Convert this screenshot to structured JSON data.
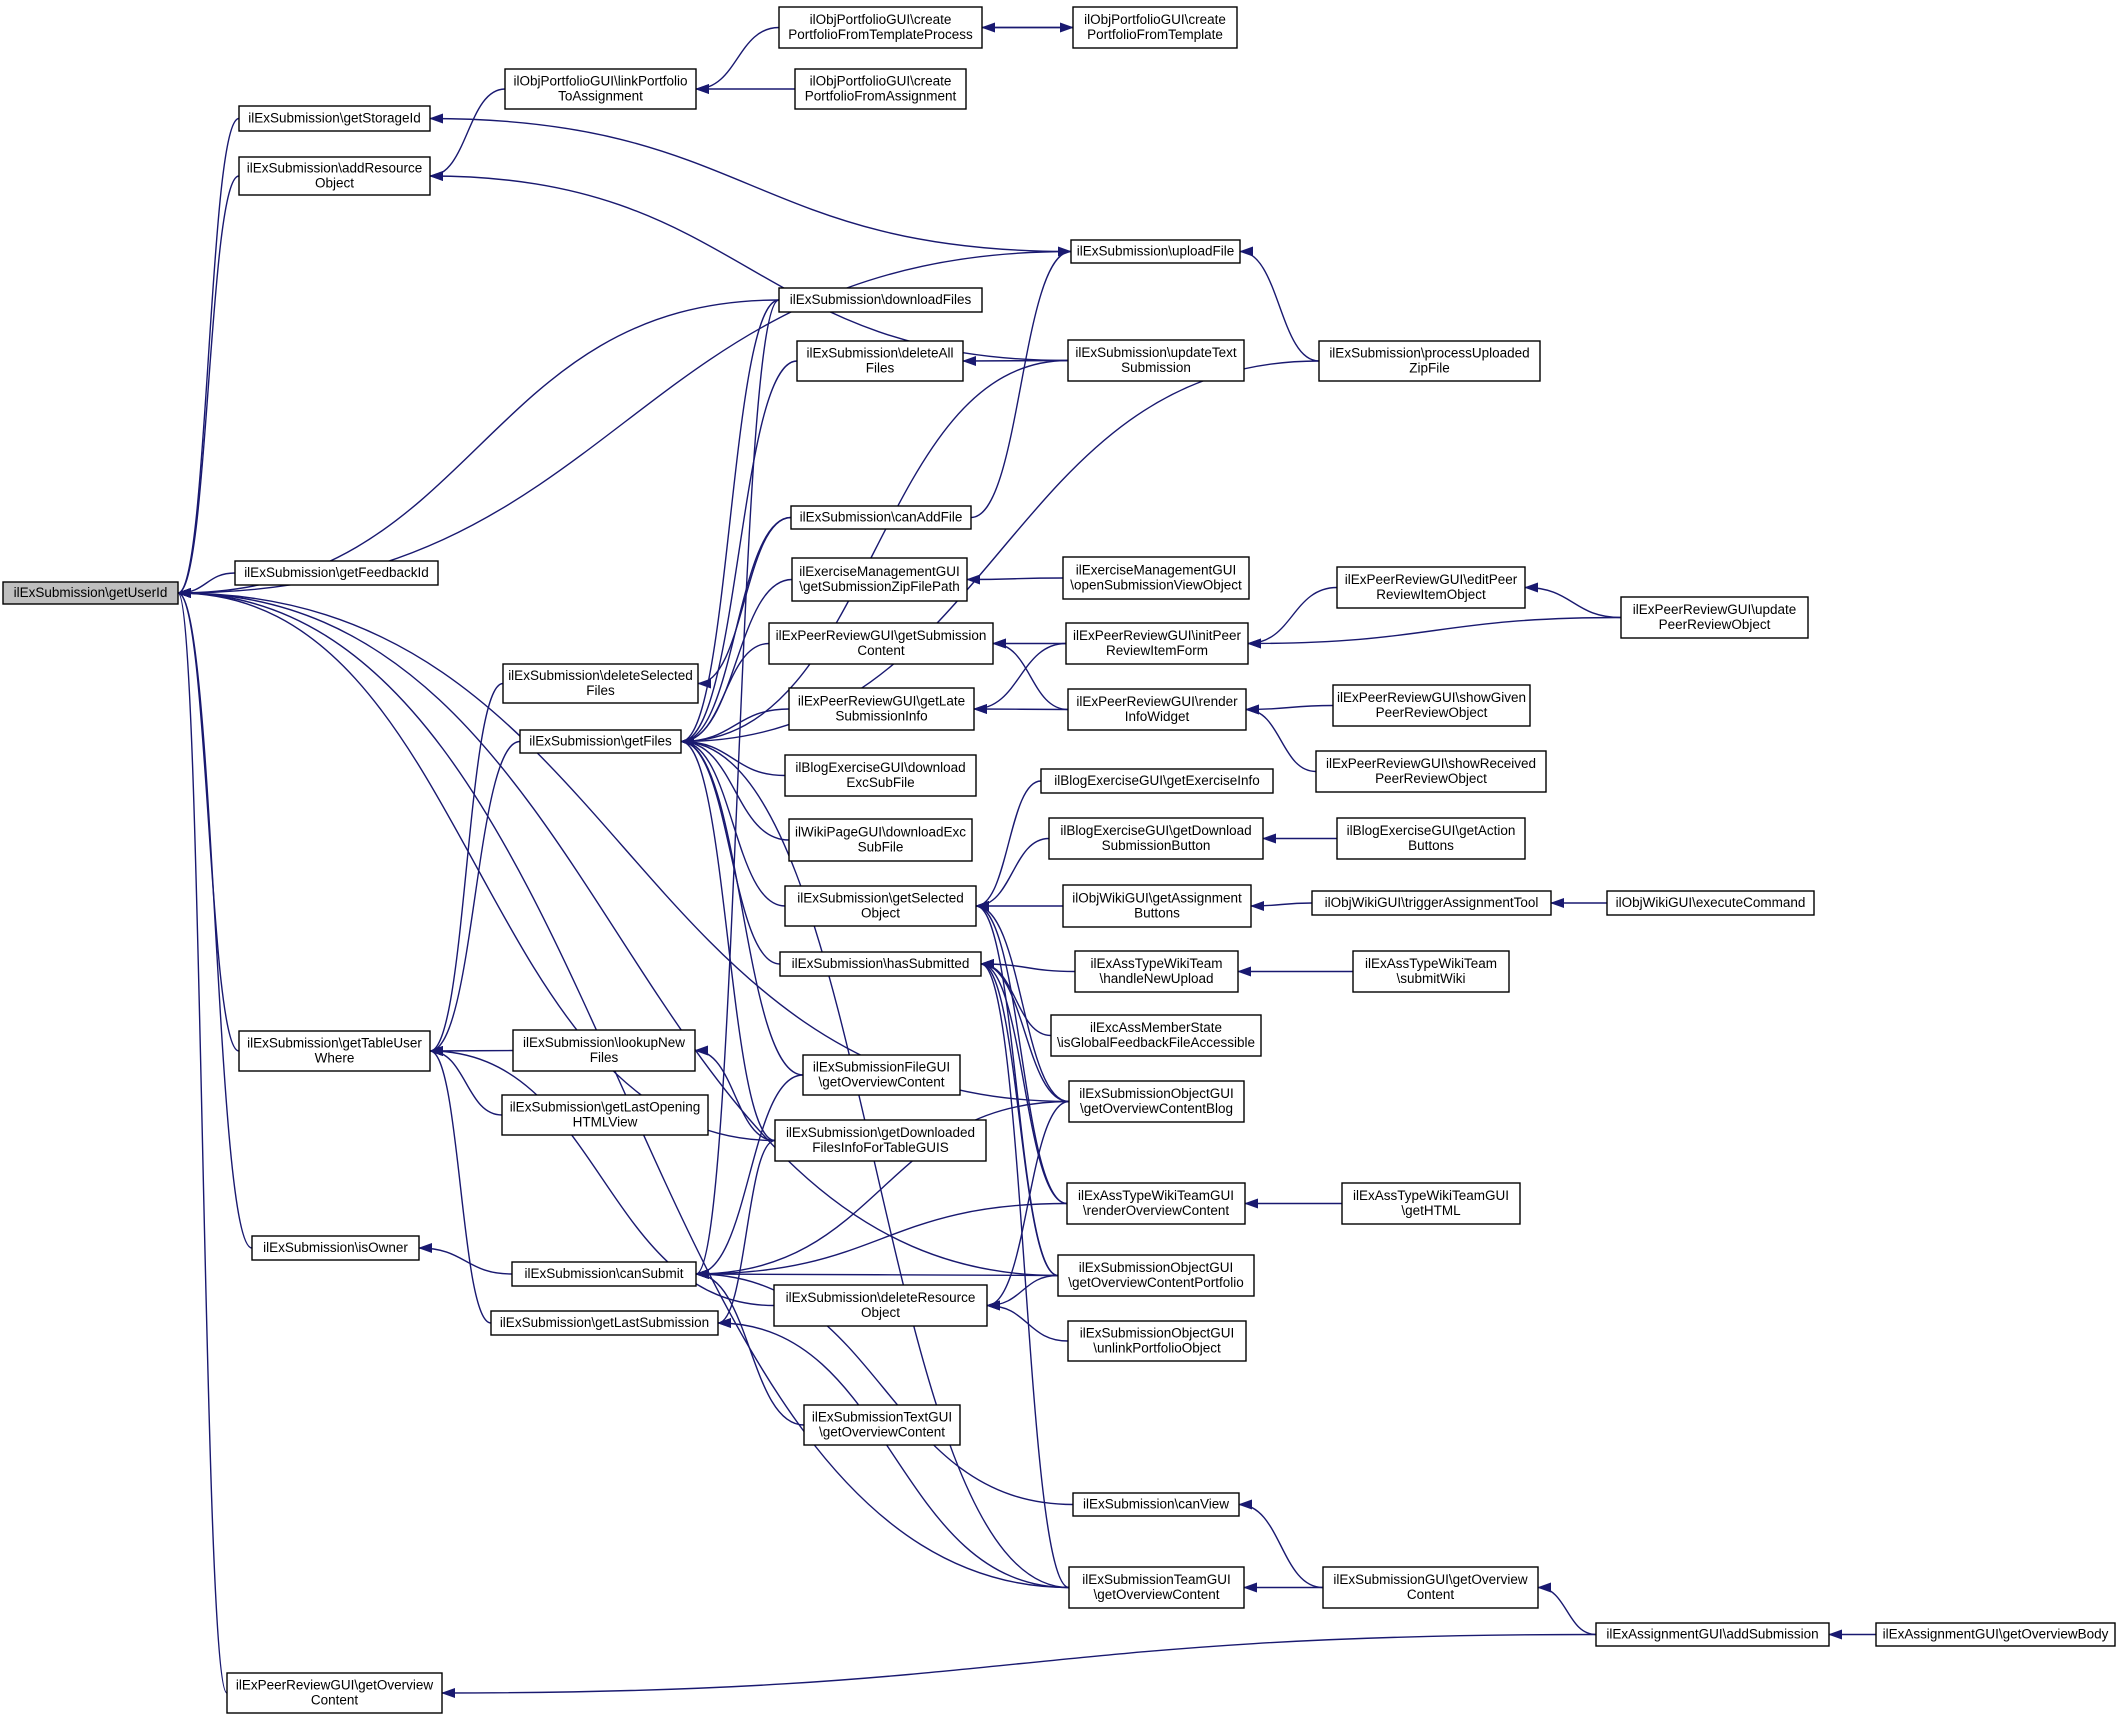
{
  "colors": {
    "edge": "#191970",
    "focus_fill": "#bfbfbf",
    "node_fill": "#ffffff",
    "node_stroke": "#000000"
  },
  "nodes": [
    {
      "id": "getUserId",
      "lines": [
        "ilExSubmission\\getUserId"
      ],
      "focus": true
    },
    {
      "id": "getStorageId",
      "lines": [
        "ilExSubmission\\getStorageId"
      ]
    },
    {
      "id": "addResourceObject",
      "lines": [
        "ilExSubmission\\addResource",
        "Object"
      ]
    },
    {
      "id": "getFeedbackId",
      "lines": [
        "ilExSubmission\\getFeedbackId"
      ]
    },
    {
      "id": "getTableUserWhere",
      "lines": [
        "ilExSubmission\\getTableUser",
        "Where"
      ]
    },
    {
      "id": "isOwner",
      "lines": [
        "ilExSubmission\\isOwner"
      ]
    },
    {
      "id": "peerGetOverviewContent",
      "lines": [
        "ilExPeerReviewGUI\\getOverview",
        "Content"
      ]
    },
    {
      "id": "linkPortfolio",
      "lines": [
        "ilObjPortfolioGUI\\linkPortfolio",
        "ToAssignment"
      ]
    },
    {
      "id": "deleteSelectedFiles",
      "lines": [
        "ilExSubmission\\deleteSelected",
        "Files"
      ]
    },
    {
      "id": "getFiles",
      "lines": [
        "ilExSubmission\\getFiles"
      ]
    },
    {
      "id": "lookupNewFiles",
      "lines": [
        "ilExSubmission\\lookupNew",
        "Files"
      ]
    },
    {
      "id": "getLastOpeningHTMLView",
      "lines": [
        "ilExSubmission\\getLastOpening",
        "HTMLView"
      ]
    },
    {
      "id": "canSubmit",
      "lines": [
        "ilExSubmission\\canSubmit"
      ]
    },
    {
      "id": "getLastSubmission",
      "lines": [
        "ilExSubmission\\getLastSubmission"
      ]
    },
    {
      "id": "createFromTemplateProcess",
      "lines": [
        "ilObjPortfolioGUI\\create",
        "PortfolioFromTemplateProcess"
      ]
    },
    {
      "id": "createFromAssignment",
      "lines": [
        "ilObjPortfolioGUI\\create",
        "PortfolioFromAssignment"
      ]
    },
    {
      "id": "downloadFiles",
      "lines": [
        "ilExSubmission\\downloadFiles"
      ]
    },
    {
      "id": "deleteAllFiles",
      "lines": [
        "ilExSubmission\\deleteAll",
        "Files"
      ]
    },
    {
      "id": "canAddFile",
      "lines": [
        "ilExSubmission\\canAddFile"
      ]
    },
    {
      "id": "getSubmissionZipFilePath",
      "lines": [
        "ilExerciseManagementGUI",
        "\\getSubmissionZipFilePath"
      ]
    },
    {
      "id": "peerGetSubmissionContent",
      "lines": [
        "ilExPeerReviewGUI\\getSubmission",
        "Content"
      ]
    },
    {
      "id": "peerGetLateSubmissionInfo",
      "lines": [
        "ilExPeerReviewGUI\\getLate",
        "SubmissionInfo"
      ]
    },
    {
      "id": "blogDownloadExcSubFile",
      "lines": [
        "ilBlogExerciseGUI\\download",
        "ExcSubFile"
      ]
    },
    {
      "id": "wikiDownloadExcSubFile",
      "lines": [
        "ilWikiPageGUI\\downloadExc",
        "SubFile"
      ]
    },
    {
      "id": "getSelectedObject",
      "lines": [
        "ilExSubmission\\getSelected",
        "Object"
      ]
    },
    {
      "id": "hasSubmitted",
      "lines": [
        "ilExSubmission\\hasSubmitted"
      ]
    },
    {
      "id": "fileGuiGetOverviewContent",
      "lines": [
        "ilExSubmissionFileGUI",
        "\\getOverviewContent"
      ]
    },
    {
      "id": "getDownloadedFilesInfo",
      "lines": [
        "ilExSubmission\\getDownloaded",
        "FilesInfoForTableGUIS"
      ]
    },
    {
      "id": "deleteResourceObject",
      "lines": [
        "ilExSubmission\\deleteResource",
        "Object"
      ]
    },
    {
      "id": "textGuiGetOverviewContent",
      "lines": [
        "ilExSubmissionTextGUI",
        "\\getOverviewContent"
      ]
    },
    {
      "id": "createFromTemplate",
      "lines": [
        "ilObjPortfolioGUI\\create",
        "PortfolioFromTemplate"
      ]
    },
    {
      "id": "uploadFile",
      "lines": [
        "ilExSubmission\\uploadFile"
      ]
    },
    {
      "id": "updateTextSubmission",
      "lines": [
        "ilExSubmission\\updateText",
        "Submission"
      ]
    },
    {
      "id": "openSubmissionViewObject",
      "lines": [
        "ilExerciseManagementGUI",
        "\\openSubmissionViewObject"
      ]
    },
    {
      "id": "initPeerReviewItemForm",
      "lines": [
        "ilExPeerReviewGUI\\initPeer",
        "ReviewItemForm"
      ]
    },
    {
      "id": "renderInfoWidget",
      "lines": [
        "ilExPeerReviewGUI\\render",
        "InfoWidget"
      ]
    },
    {
      "id": "blogGetExerciseInfo",
      "lines": [
        "ilBlogExerciseGUI\\getExerciseInfo"
      ]
    },
    {
      "id": "blogGetDownloadSubmissionButton",
      "lines": [
        "ilBlogExerciseGUI\\getDownload",
        "SubmissionButton"
      ]
    },
    {
      "id": "wikiGetAssignmentButtons",
      "lines": [
        "ilObjWikiGUI\\getAssignment",
        "Buttons"
      ]
    },
    {
      "id": "wikiTeamHandleNewUpload",
      "lines": [
        "ilExAssTypeWikiTeam",
        "\\handleNewUpload"
      ]
    },
    {
      "id": "memberStateGlobalFeedback",
      "lines": [
        "ilExcAssMemberState",
        "\\isGlobalFeedbackFileAccessible"
      ]
    },
    {
      "id": "objGuiOverviewBlog",
      "lines": [
        "ilExSubmissionObjectGUI",
        "\\getOverviewContentBlog"
      ]
    },
    {
      "id": "wikiTeamGuiRenderOverview",
      "lines": [
        "ilExAssTypeWikiTeamGUI",
        "\\renderOverviewContent"
      ]
    },
    {
      "id": "objGuiOverviewPortfolio",
      "lines": [
        "ilExSubmissionObjectGUI",
        "\\getOverviewContentPortfolio"
      ]
    },
    {
      "id": "objGuiUnlinkPortfolio",
      "lines": [
        "ilExSubmissionObjectGUI",
        "\\unlinkPortfolioObject"
      ]
    },
    {
      "id": "canView",
      "lines": [
        "ilExSubmission\\canView"
      ]
    },
    {
      "id": "teamGuiGetOverviewContent",
      "lines": [
        "ilExSubmissionTeamGUI",
        "\\getOverviewContent"
      ]
    },
    {
      "id": "processUploadedZipFile",
      "lines": [
        "ilExSubmission\\processUploaded",
        "ZipFile"
      ]
    },
    {
      "id": "editPeerReviewItemObject",
      "lines": [
        "ilExPeerReviewGUI\\editPeer",
        "ReviewItemObject"
      ]
    },
    {
      "id": "showGivenPeerReviewObject",
      "lines": [
        "ilExPeerReviewGUI\\showGiven",
        "PeerReviewObject"
      ]
    },
    {
      "id": "showReceivedPeerReviewObject",
      "lines": [
        "ilExPeerReviewGUI\\showReceived",
        "PeerReviewObject"
      ]
    },
    {
      "id": "blogGetActionButtons",
      "lines": [
        "ilBlogExerciseGUI\\getAction",
        "Buttons"
      ]
    },
    {
      "id": "wikiTriggerAssignmentTool",
      "lines": [
        "ilObjWikiGUI\\triggerAssignmentTool"
      ]
    },
    {
      "id": "wikiTeamSubmitWiki",
      "lines": [
        "ilExAssTypeWikiTeam",
        "\\submitWiki"
      ]
    },
    {
      "id": "wikiTeamGuiGetHTML",
      "lines": [
        "ilExAssTypeWikiTeamGUI",
        "\\getHTML"
      ]
    },
    {
      "id": "submissionGuiGetOverviewContent",
      "lines": [
        "ilExSubmissionGUI\\getOverview",
        "Content"
      ]
    },
    {
      "id": "updatePeerReviewObject",
      "lines": [
        "ilExPeerReviewGUI\\update",
        "PeerReviewObject"
      ]
    },
    {
      "id": "wikiExecuteCommand",
      "lines": [
        "ilObjWikiGUI\\executeCommand"
      ]
    },
    {
      "id": "assignmentAddSubmission",
      "lines": [
        "ilExAssignmentGUI\\addSubmission"
      ]
    },
    {
      "id": "assignmentGetOverviewBody",
      "lines": [
        "ilExAssignmentGUI\\getOverviewBody"
      ]
    }
  ],
  "edges": [
    [
      "getStorageId",
      "getUserId"
    ],
    [
      "addResourceObject",
      "getUserId"
    ],
    [
      "getFeedbackId",
      "getUserId"
    ],
    [
      "getTableUserWhere",
      "getUserId"
    ],
    [
      "isOwner",
      "getUserId"
    ],
    [
      "peerGetOverviewContent",
      "getUserId"
    ],
    [
      "uploadFile",
      "getUserId"
    ],
    [
      "downloadFiles",
      "getUserId"
    ],
    [
      "getDownloadedFilesInfo",
      "getUserId"
    ],
    [
      "objGuiOverviewBlog",
      "getUserId"
    ],
    [
      "objGuiOverviewPortfolio",
      "getUserId"
    ],
    [
      "teamGuiGetOverviewContent",
      "getUserId"
    ],
    [
      "linkPortfolio",
      "addResourceObject"
    ],
    [
      "updateTextSubmission",
      "addResourceObject"
    ],
    [
      "uploadFile",
      "getStorageId"
    ],
    [
      "createFromTemplateProcess",
      "linkPortfolio"
    ],
    [
      "createFromAssignment",
      "linkPortfolio"
    ],
    [
      "createFromTemplate",
      "createFromTemplateProcess"
    ],
    [
      "createFromTemplateProcess",
      "createFromTemplate"
    ],
    [
      "processUploadedZipFile",
      "uploadFile"
    ],
    [
      "canAddFile",
      "uploadFile"
    ],
    [
      "deleteSelectedFiles",
      "getTableUserWhere"
    ],
    [
      "getFiles",
      "getTableUserWhere"
    ],
    [
      "lookupNewFiles",
      "getTableUserWhere"
    ],
    [
      "getLastOpeningHTMLView",
      "getTableUserWhere"
    ],
    [
      "getLastSubmission",
      "getTableUserWhere"
    ],
    [
      "deleteResourceObject",
      "getTableUserWhere"
    ],
    [
      "canAddFile",
      "deleteSelectedFiles"
    ],
    [
      "downloadFiles",
      "getFiles"
    ],
    [
      "deleteAllFiles",
      "getFiles"
    ],
    [
      "canAddFile",
      "getFiles"
    ],
    [
      "getSubmissionZipFilePath",
      "getFiles"
    ],
    [
      "peerGetSubmissionContent",
      "getFiles"
    ],
    [
      "peerGetLateSubmissionInfo",
      "getFiles"
    ],
    [
      "blogDownloadExcSubFile",
      "getFiles"
    ],
    [
      "wikiDownloadExcSubFile",
      "getFiles"
    ],
    [
      "getSelectedObject",
      "getFiles"
    ],
    [
      "hasSubmitted",
      "getFiles"
    ],
    [
      "fileGuiGetOverviewContent",
      "getFiles"
    ],
    [
      "getDownloadedFilesInfo",
      "getFiles"
    ],
    [
      "updateTextSubmission",
      "getFiles"
    ],
    [
      "processUploadedZipFile",
      "getFiles"
    ],
    [
      "teamGuiGetOverviewContent",
      "getFiles"
    ],
    [
      "updateTextSubmission",
      "deleteAllFiles"
    ],
    [
      "openSubmissionViewObject",
      "getSubmissionZipFilePath"
    ],
    [
      "initPeerReviewItemForm",
      "peerGetSubmissionContent"
    ],
    [
      "renderInfoWidget",
      "peerGetSubmissionContent"
    ],
    [
      "initPeerReviewItemForm",
      "peerGetLateSubmissionInfo"
    ],
    [
      "renderInfoWidget",
      "peerGetLateSubmissionInfo"
    ],
    [
      "editPeerReviewItemObject",
      "initPeerReviewItemForm"
    ],
    [
      "updatePeerReviewObject",
      "initPeerReviewItemForm"
    ],
    [
      "updatePeerReviewObject",
      "editPeerReviewItemObject"
    ],
    [
      "showGivenPeerReviewObject",
      "renderInfoWidget"
    ],
    [
      "showReceivedPeerReviewObject",
      "renderInfoWidget"
    ],
    [
      "blogGetExerciseInfo",
      "getSelectedObject"
    ],
    [
      "blogGetDownloadSubmissionButton",
      "getSelectedObject"
    ],
    [
      "wikiGetAssignmentButtons",
      "getSelectedObject"
    ],
    [
      "objGuiOverviewBlog",
      "getSelectedObject"
    ],
    [
      "wikiTeamGuiRenderOverview",
      "getSelectedObject"
    ],
    [
      "objGuiOverviewPortfolio",
      "getSelectedObject"
    ],
    [
      "blogGetActionButtons",
      "blogGetDownloadSubmissionButton"
    ],
    [
      "wikiTriggerAssignmentTool",
      "wikiGetAssignmentButtons"
    ],
    [
      "wikiExecuteCommand",
      "wikiTriggerAssignmentTool"
    ],
    [
      "wikiTeamHandleNewUpload",
      "hasSubmitted"
    ],
    [
      "memberStateGlobalFeedback",
      "hasSubmitted"
    ],
    [
      "objGuiOverviewBlog",
      "hasSubmitted"
    ],
    [
      "wikiTeamGuiRenderOverview",
      "hasSubmitted"
    ],
    [
      "objGuiOverviewPortfolio",
      "hasSubmitted"
    ],
    [
      "teamGuiGetOverviewContent",
      "hasSubmitted"
    ],
    [
      "wikiTeamSubmitWiki",
      "wikiTeamHandleNewUpload"
    ],
    [
      "wikiTeamGuiGetHTML",
      "wikiTeamGuiRenderOverview"
    ],
    [
      "getDownloadedFilesInfo",
      "lookupNewFiles"
    ],
    [
      "canSubmit",
      "isOwner"
    ],
    [
      "fileGuiGetOverviewContent",
      "canSubmit"
    ],
    [
      "objGuiOverviewBlog",
      "canSubmit"
    ],
    [
      "wikiTeamGuiRenderOverview",
      "canSubmit"
    ],
    [
      "objGuiOverviewPortfolio",
      "canSubmit"
    ],
    [
      "textGuiGetOverviewContent",
      "canSubmit"
    ],
    [
      "canView",
      "canSubmit"
    ],
    [
      "downloadFiles",
      "canSubmit"
    ],
    [
      "getDownloadedFilesInfo",
      "getLastSubmission"
    ],
    [
      "teamGuiGetOverviewContent",
      "getLastSubmission"
    ],
    [
      "objGuiOverviewBlog",
      "deleteResourceObject"
    ],
    [
      "objGuiOverviewPortfolio",
      "deleteResourceObject"
    ],
    [
      "objGuiUnlinkPortfolio",
      "deleteResourceObject"
    ],
    [
      "submissionGuiGetOverviewContent",
      "canView"
    ],
    [
      "submissionGuiGetOverviewContent",
      "teamGuiGetOverviewContent"
    ],
    [
      "assignmentAddSubmission",
      "submissionGuiGetOverviewContent"
    ],
    [
      "assignmentAddSubmission",
      "peerGetOverviewContent"
    ],
    [
      "assignmentGetOverviewBody",
      "assignmentAddSubmission"
    ]
  ]
}
